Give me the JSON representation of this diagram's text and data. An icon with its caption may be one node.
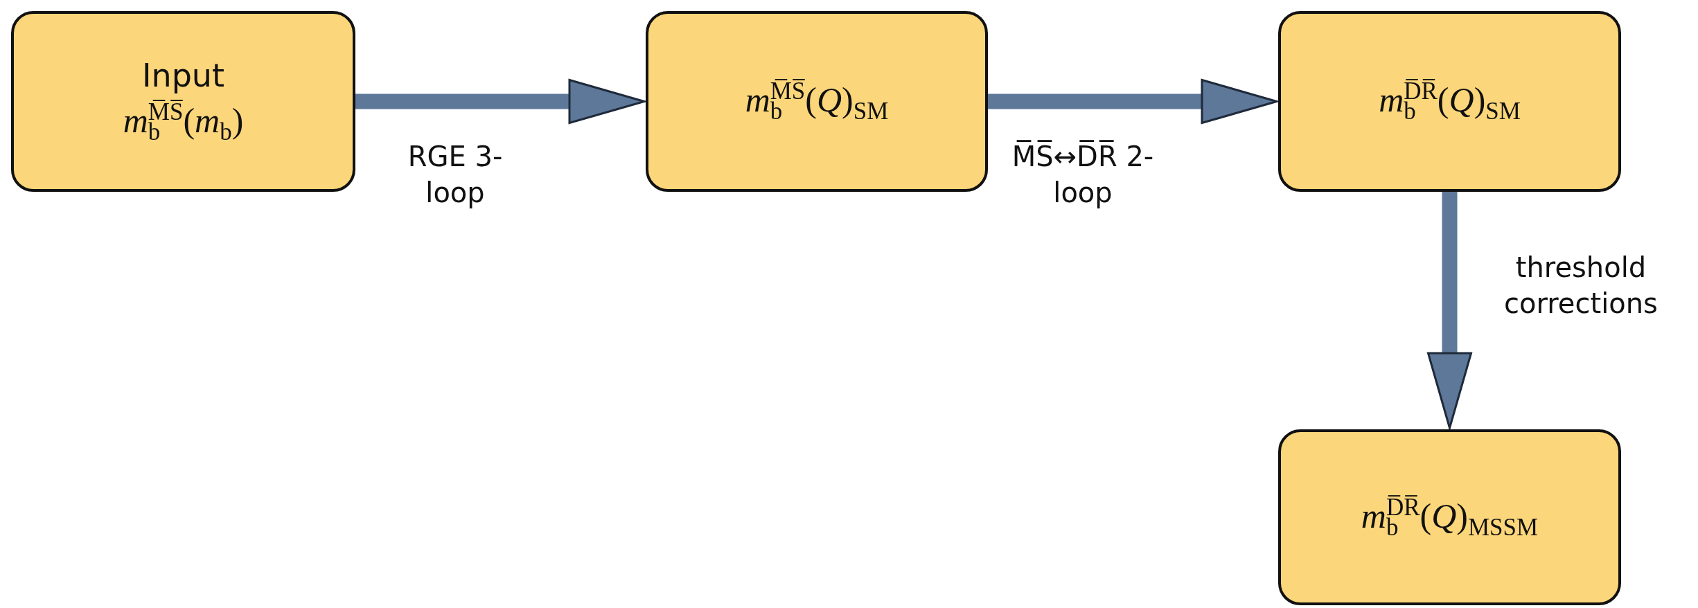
{
  "diagram": {
    "nodes": [
      {
        "text": [
          "Input",
          "*m*$_{b}$$^{M̅S̅}$(*m*$_{b}$)"
        ]
      },
      {
        "text": [
          "*m*$_{b}$$^{M̅S̅}$(*Q*)$_{SM}$"
        ]
      },
      {
        "text": [
          "*m*$_{b}$$^{D̅R̅}$(*Q*)$_{SM}$"
        ]
      },
      {
        "text": [
          "*m*$_{b}$$^{D̅R̅}$(*Q*)$_{MSSM}$"
        ]
      }
    ],
    "edges": [
      {
        "from": 0,
        "to": 1,
        "arrow": "to",
        "label": "RGE 3-loop"
      },
      {
        "from": 1,
        "to": 2,
        "arrow": "to",
        "label": "M̅S̅↔D̅R̅ 2-loop"
      },
      {
        "from": 2,
        "to": 3,
        "arrow": "to",
        "label": "threshold corrections"
      }
    ]
  }
}
